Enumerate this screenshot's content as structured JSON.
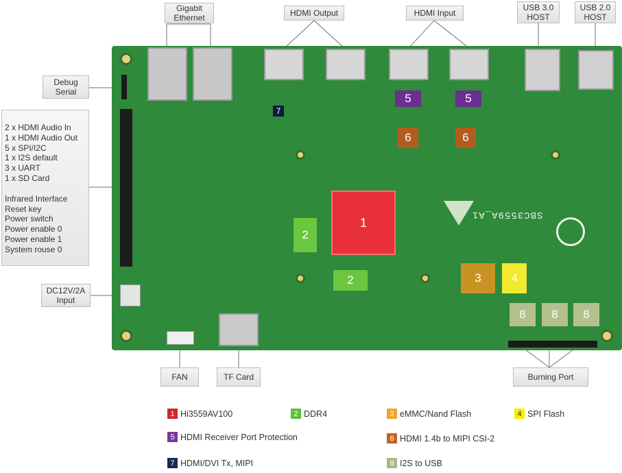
{
  "callouts": {
    "gigabit_ethernet": "Gigabit Ethernet",
    "hdmi_output": "HDMI Output",
    "hdmi_input": "HDMI Input",
    "usb3_host": "USB 3.0 HOST",
    "usb2_host": "USB 2.0 HOST",
    "debug_serial": "Debug Serial",
    "dc_input": "DC12V/2A Input",
    "fan": "FAN",
    "tf_card": "TF Card",
    "burning_port": "Burning Port"
  },
  "side_panel": {
    "lines_a": [
      "2 x HDMI Audio In",
      "1 x HDMI Audio Out",
      "5 x SPI/I2C",
      "1 x I2S default",
      "3 x UART",
      "1 x SD Card"
    ],
    "lines_b": [
      "Infrared Interface",
      "Reset key",
      "Power switch",
      "Power enable 0",
      "Power enable 1",
      "System rouse 0"
    ]
  },
  "board": {
    "silkscreen": "SBC3559A_A1",
    "markers": {
      "m1": "1",
      "m2a": "2",
      "m2b": "2",
      "m3": "3",
      "m4": "4",
      "m5a": "5",
      "m5b": "5",
      "m6a": "6",
      "m6b": "6",
      "m7": "7",
      "m8a": "8",
      "m8b": "8",
      "m8c": "8"
    }
  },
  "legend": [
    {
      "num": "1",
      "label": "Hi3559AV100",
      "color": "#d0262c"
    },
    {
      "num": "2",
      "label": "DDR4",
      "color": "#5fbf3a"
    },
    {
      "num": "3",
      "label": "eMMC/Nand Flash",
      "color": "#f0a32a"
    },
    {
      "num": "4",
      "label": "SPI Flash",
      "color": "#f3f000"
    },
    {
      "num": "5",
      "label": "HDMI Receiver Port Protection",
      "color": "#7a3a9a"
    },
    {
      "num": "6",
      "label": "HDMI 1.4b to MIPI CSI-2",
      "color": "#c8621f"
    },
    {
      "num": "7",
      "label": "HDMI/DVI Tx, MIPI",
      "color": "#1a2a55"
    },
    {
      "num": "8",
      "label": "I2S to USB",
      "color": "#a9b88a"
    }
  ],
  "colors": {
    "board_green": "#2f8a3b",
    "chip1": "#e8303a",
    "ddr": "#6cc640",
    "emmc": "#c99323",
    "spi": "#f2ea2e",
    "hdmi_prot": "#6b2f90",
    "hdmi_conv": "#b25d1e",
    "hdmi_tx": "#0e1b3d",
    "i2s": "#b3c08f"
  }
}
